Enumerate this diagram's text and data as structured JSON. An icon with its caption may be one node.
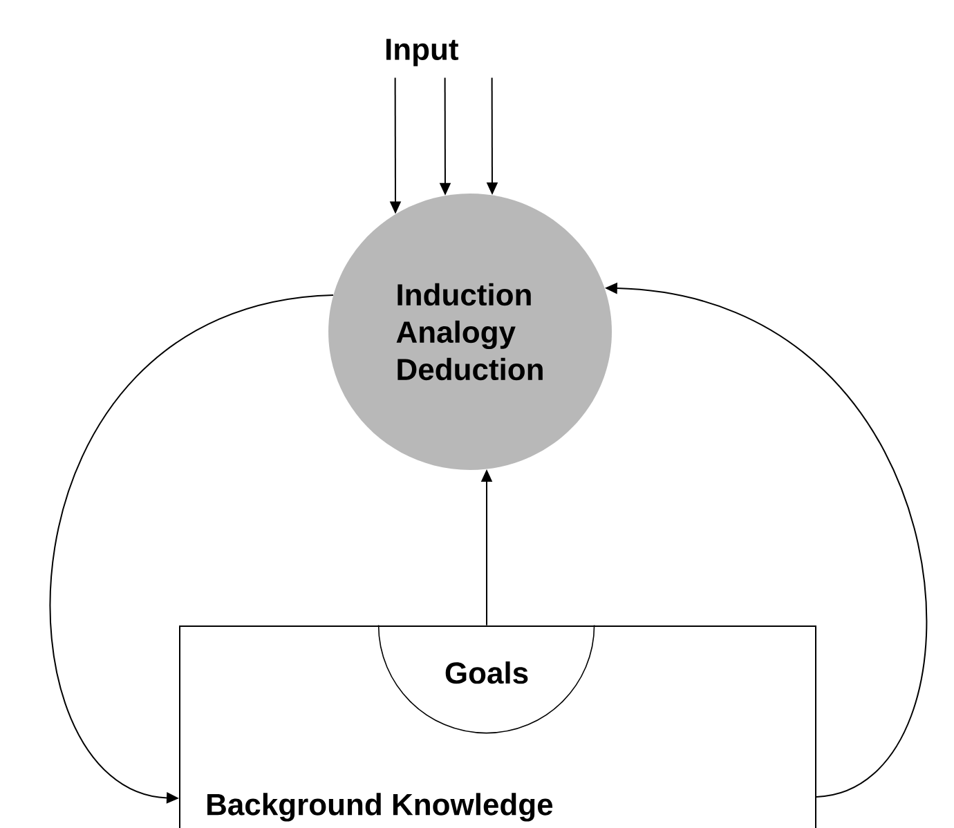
{
  "diagram": {
    "nodes": [
      {
        "text": [
          "Input"
        ]
      },
      {
        "text": [
          "Induction",
          "Analogy",
          "Deduction"
        ]
      },
      {
        "text": [
          "Background Knowledge"
        ]
      },
      {
        "text": [
          "Goals"
        ],
        "in": 2
      }
    ],
    "edges": [
      {
        "from": 0,
        "to": 1,
        "arrow": "to"
      },
      {
        "from": 0,
        "to": 1,
        "arrow": "to"
      },
      {
        "from": 0,
        "to": 1,
        "arrow": "to"
      },
      {
        "from": 3,
        "to": 1,
        "arrow": "to"
      },
      {
        "from": 1,
        "to": 2,
        "arrow": "to"
      },
      {
        "from": 2,
        "to": 1,
        "arrow": "to"
      }
    ]
  }
}
